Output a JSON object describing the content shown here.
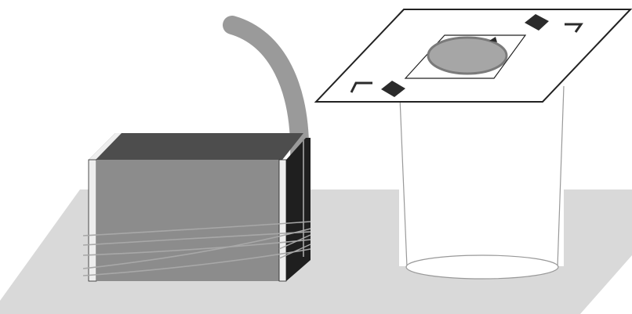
{
  "figure": {
    "kind": "schematic-illustration",
    "labels": []
  },
  "components": [
    {
      "id": "base-plate",
      "icon": "base-plate-icon"
    },
    {
      "id": "box-assembly",
      "icon": "box-icon"
    },
    {
      "id": "curved-tube",
      "icon": "tube-icon"
    },
    {
      "id": "cylinder",
      "icon": "cylinder-icon"
    },
    {
      "id": "top-plate",
      "icon": "plate-icon"
    },
    {
      "id": "sample-window",
      "icon": "window-icon"
    },
    {
      "id": "sample-disk",
      "icon": "disk-icon"
    },
    {
      "id": "alignment-markers",
      "icon": "marker-icon"
    }
  ],
  "colors": {
    "background": "#ffffff",
    "base_plate": "#d9d9d9",
    "box_front": "#8c8c8c",
    "box_top": "#4d4d4d",
    "box_side": "#1f1f1f",
    "box_edge": "#eeeeee",
    "tube": "#9a9a9a",
    "wire": "#a8a8a8",
    "outline": "#222222",
    "disk_fill": "#a6a6a6",
    "disk_rim": "#7a7a7a",
    "marker": "#2b2b2b",
    "cylinder_fill": "#ffffff",
    "cylinder_line": "#999999"
  }
}
